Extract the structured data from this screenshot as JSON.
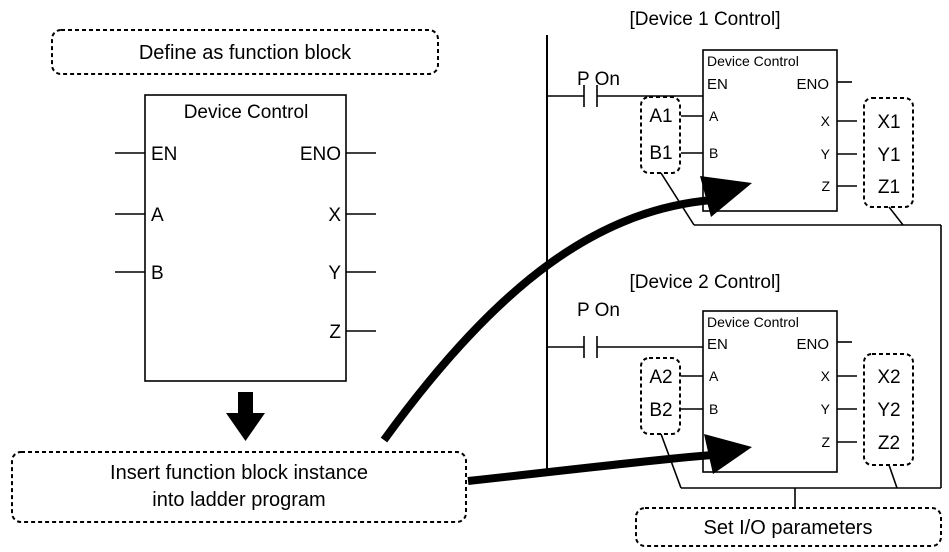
{
  "callouts": {
    "define": "Define as function block",
    "insert_line1": "Insert function block instance",
    "insert_line2": "into ladder program",
    "set_io": "Set I/O parameters"
  },
  "definition_block": {
    "title": "Device Control",
    "inputs": [
      "EN",
      "A",
      "B"
    ],
    "outputs": [
      "ENO",
      "X",
      "Y",
      "Z"
    ]
  },
  "instances": [
    {
      "heading": "[Device 1 Control]",
      "contact_label": "P On",
      "block_title": "Device Control",
      "en": "EN",
      "eno": "ENO",
      "in_pins": [
        "A",
        "B"
      ],
      "out_pins": [
        "X",
        "Y",
        "Z"
      ],
      "in_params": [
        "A1",
        "B1"
      ],
      "out_params": [
        "X1",
        "Y1",
        "Z1"
      ]
    },
    {
      "heading": "[Device 2 Control]",
      "contact_label": "P On",
      "block_title": "Device Control",
      "en": "EN",
      "eno": "ENO",
      "in_pins": [
        "A",
        "B"
      ],
      "out_pins": [
        "X",
        "Y",
        "Z"
      ],
      "in_params": [
        "A2",
        "B2"
      ],
      "out_params": [
        "X2",
        "Y2",
        "Z2"
      ]
    }
  ]
}
